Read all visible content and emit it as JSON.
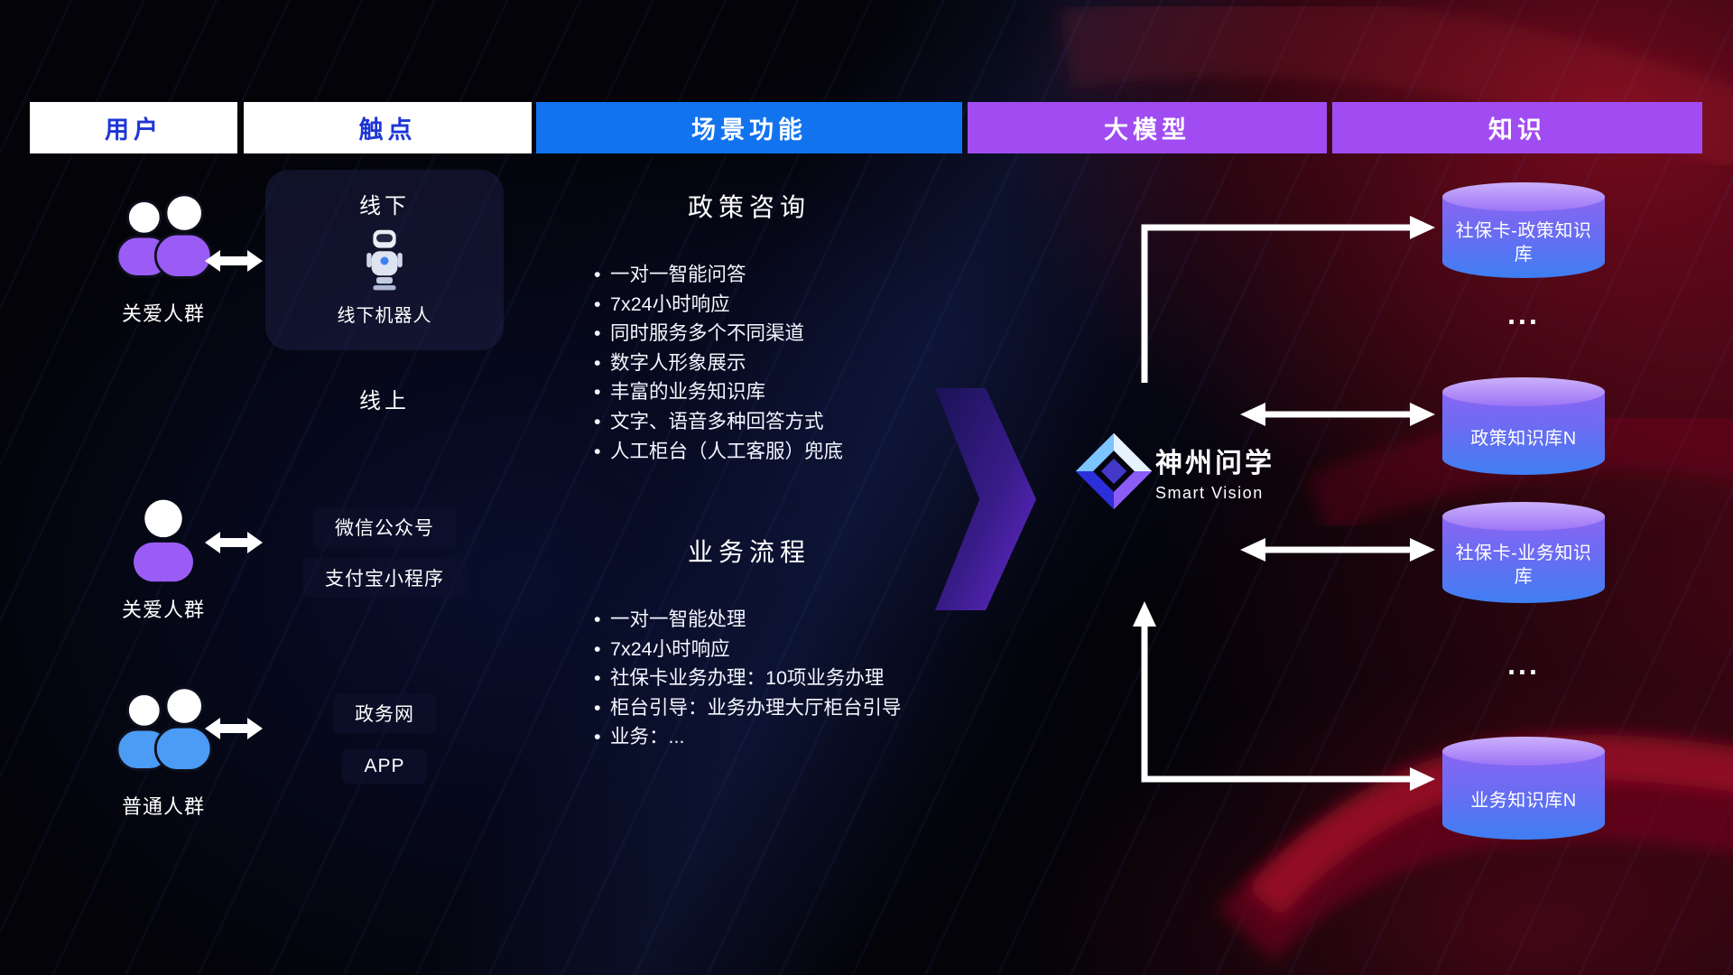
{
  "headers": [
    {
      "label": "用户"
    },
    {
      "label": "触点"
    },
    {
      "label": "场景功能"
    },
    {
      "label": "大模型"
    },
    {
      "label": "知识"
    }
  ],
  "users": [
    {
      "label": "关爱人群"
    },
    {
      "label": "关爱人群"
    },
    {
      "label": "普通人群"
    }
  ],
  "touchpoints": {
    "offline": {
      "title": "线下",
      "caption": "线下机器人"
    },
    "online_label": "线上",
    "channels": [
      {
        "label": "微信公众号"
      },
      {
        "label": "支付宝小程序"
      },
      {
        "label": "政务网"
      },
      {
        "label": "APP"
      }
    ]
  },
  "scenes": [
    {
      "title": "政策咨询",
      "bullets": [
        "一对一智能问答",
        "7x24小时响应",
        "同时服务多个不同渠道",
        "数字人形象展示",
        "丰富的业务知识库",
        "文字、语音多种回答方式",
        "人工柜台（人工客服）兜底"
      ]
    },
    {
      "title": "业务流程",
      "bullets": [
        "一对一智能处理",
        "7x24小时响应",
        "社保卡业务办理：10项业务办理",
        "柜台引导：业务办理大厅柜台引导",
        "业务：..."
      ]
    }
  ],
  "model": {
    "name": "神州问学",
    "subtitle": "Smart Vision"
  },
  "knowledge": {
    "ellipsis": "...",
    "cylinders": [
      {
        "label": "社保卡-政策知识库"
      },
      {
        "label": "政策知识库N"
      },
      {
        "label": "社保卡-业务知识库"
      },
      {
        "label": "业务知识库N"
      }
    ]
  },
  "colors": {
    "header_text": "#1d35d6",
    "header_blue": "#1173ee",
    "header_purple": "#a04cf2",
    "user_purple": "#9a5cf5",
    "user_blue": "#4c9bf5",
    "flow_arrow_dark": "#1b1258",
    "flow_arrow_light": "#6d2bd9",
    "cyl_top_light": "#cbb0fb",
    "cyl_top_dark": "#9d74f6",
    "cyl_body_top": "#8a66f3",
    "cyl_body_bottom": "#3f7ff3",
    "connector": "#ffffff",
    "bg_red": "#c40f2d",
    "bg_blue": "#16288c"
  }
}
